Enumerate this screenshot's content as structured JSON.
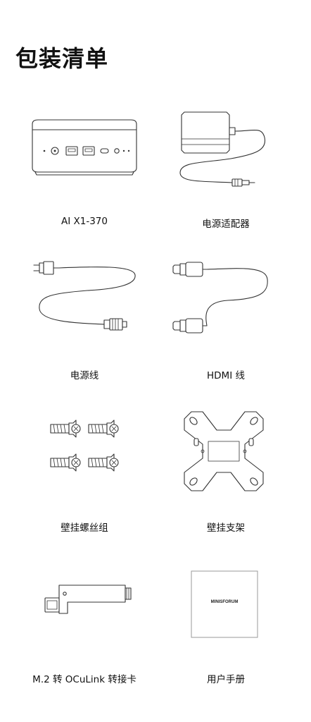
{
  "page": {
    "title": "包装清单"
  },
  "items": [
    {
      "label": "AI X1-370",
      "icon": "mini-pc-icon"
    },
    {
      "label": "电源适配器",
      "icon": "power-adapter-icon"
    },
    {
      "label": "电源线",
      "icon": "power-cord-icon"
    },
    {
      "label": "HDMI 线",
      "icon": "hdmi-cable-icon"
    },
    {
      "label": "壁挂螺丝组",
      "icon": "wall-mount-screws-icon"
    },
    {
      "label": "壁挂支架",
      "icon": "wall-mount-bracket-icon"
    },
    {
      "label": "M.2 转 OCuLink 转接卡",
      "icon": "m2-oculink-adapter-icon"
    },
    {
      "label": "用户手册",
      "icon": "user-manual-icon",
      "cover_text": "MINISFORUM"
    }
  ]
}
